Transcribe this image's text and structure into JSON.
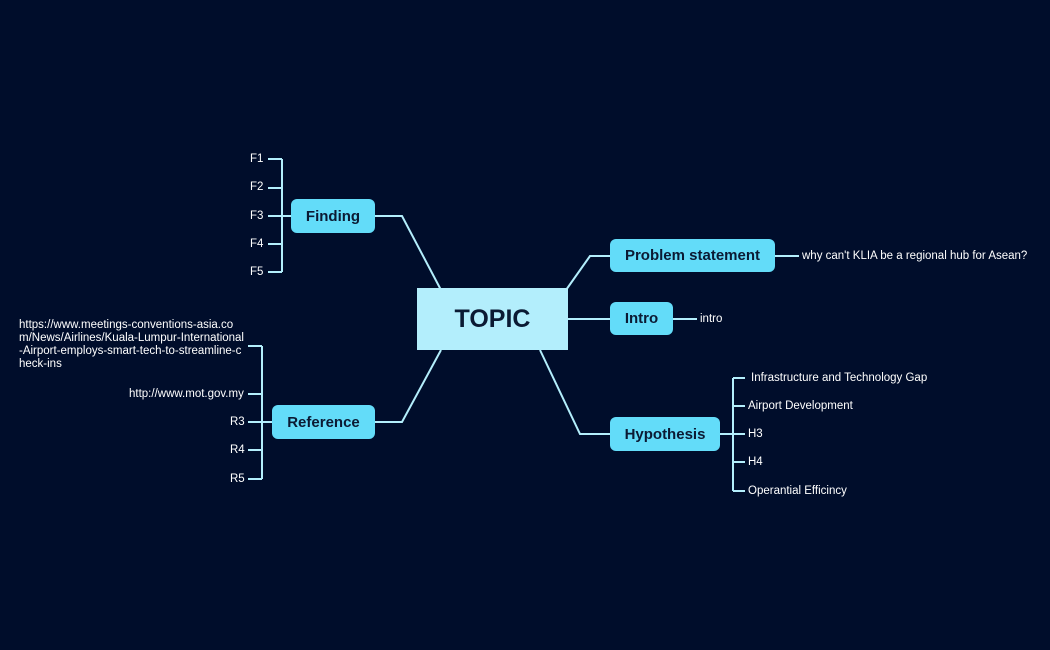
{
  "colors": {
    "background": "#000d2b",
    "central_fill": "#b3eefc",
    "topic_fill": "#63dcf9",
    "connector": "#b3eefc",
    "leaf_text": "#ffffff"
  },
  "central": {
    "label": "TOPIC"
  },
  "finding": {
    "label": "Finding",
    "items": [
      "F1",
      "F2",
      "F3",
      "F4",
      "F5"
    ]
  },
  "reference": {
    "label": "Reference",
    "items": [
      "https://www.meetings-conventions-asia.com/News/Airlines/Kuala-Lumpur-International-Airport-employs-smart-tech-to-streamline-check-ins",
      "http://www.mot.gov.my",
      "R3",
      "R4",
      "R5"
    ]
  },
  "problem_statement": {
    "label": "Problem statement",
    "items": [
      "why can't KLIA be a regional hub for Asean?"
    ]
  },
  "intro": {
    "label": "Intro",
    "items": [
      "intro"
    ]
  },
  "hypothesis": {
    "label": "Hypothesis",
    "items": [
      "Infrastructure and Technology Gap",
      "Airport Development",
      "H3",
      "H4",
      "Operantial Efficincy"
    ]
  }
}
